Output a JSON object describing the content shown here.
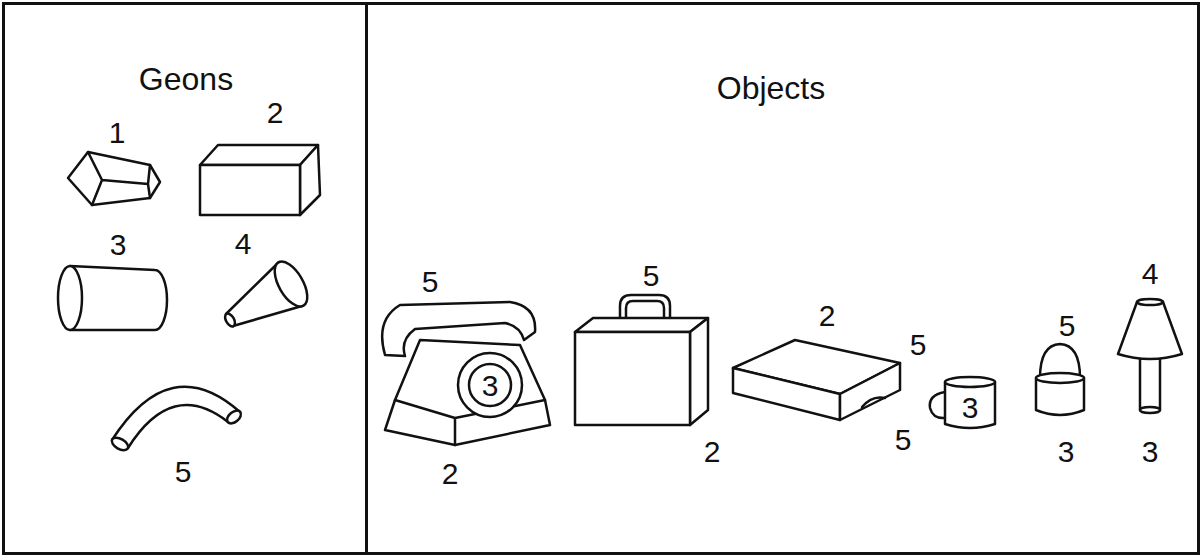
{
  "diagram": {
    "nodes": [
      {
        "text": [
          "Geons"
        ]
      },
      {
        "text": [
          "Objects"
        ]
      }
    ],
    "labels": [
      "1",
      "2",
      "3",
      "4",
      "5",
      "5",
      "3",
      "2",
      "5",
      "2",
      "2",
      "5",
      "5",
      "3",
      "5",
      "3",
      "4",
      "3"
    ]
  }
}
